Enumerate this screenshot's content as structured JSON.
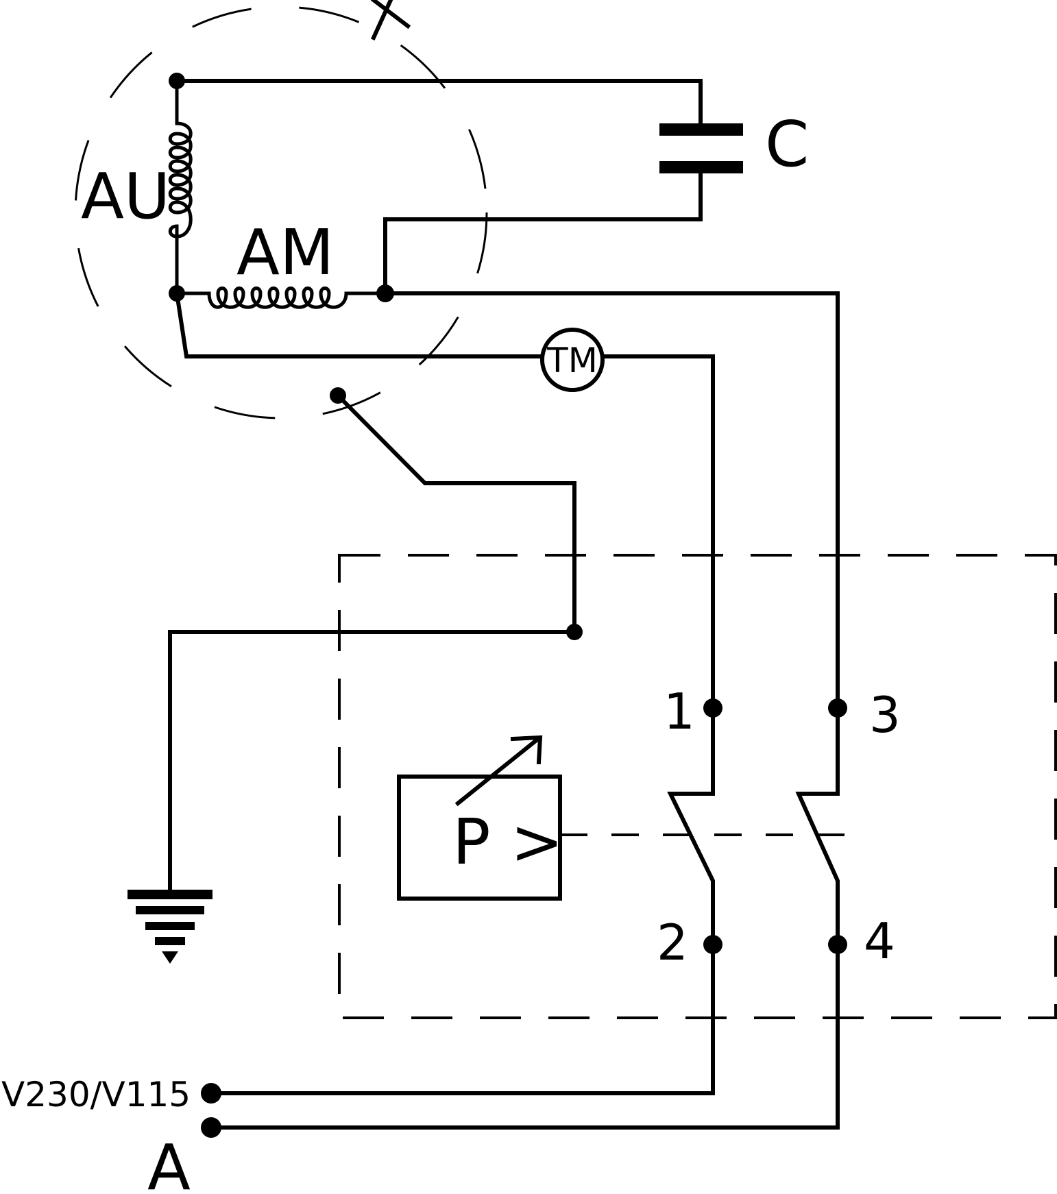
{
  "labels": {
    "auxiliary_winding": "AU",
    "main_winding": "AM",
    "capacitor": "C",
    "thermal_protector": "TM",
    "contact_1": "1",
    "contact_2": "2",
    "contact_3": "3",
    "contact_4": "4",
    "pressure_switch": "P >",
    "supply_terminal": "V230/V115",
    "terminal_a": "A"
  }
}
